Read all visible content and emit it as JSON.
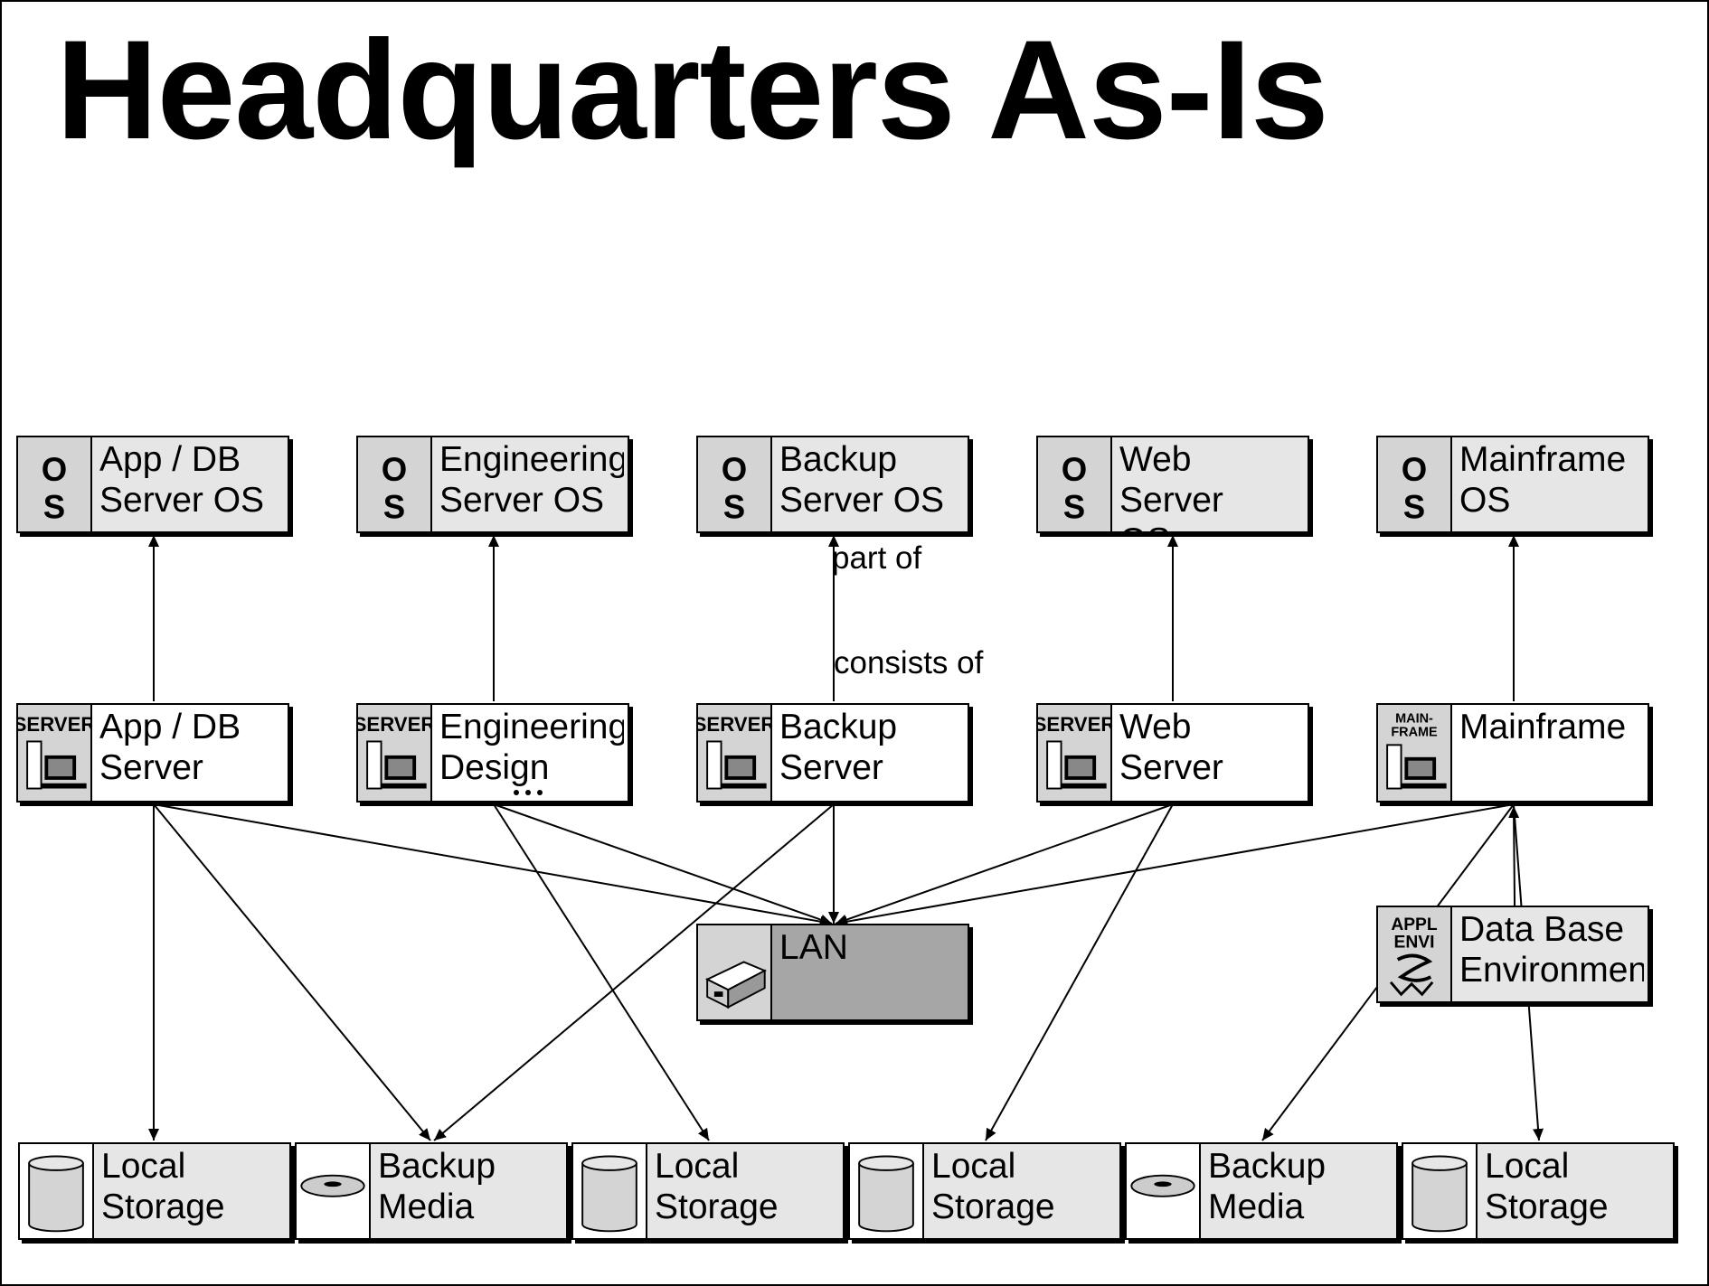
{
  "title": "Headquarters As-Is",
  "colors": {
    "box_gray": "#e6e6e6",
    "box_dark": "#a6a6a6",
    "icon_bg": "#d4d4d4",
    "line": "#000000"
  },
  "nodes": {
    "app_db_os": {
      "label": "App / DB\nServer OS",
      "icon": "os-icon"
    },
    "eng_os": {
      "label": "Engineering\nServer OS",
      "icon": "os-icon"
    },
    "backup_os": {
      "label": "Backup\nServer OS",
      "icon": "os-icon"
    },
    "web_os": {
      "label": "Web Server\nOS",
      "icon": "os-icon"
    },
    "mainframe_os": {
      "label": "Mainframe\nOS",
      "icon": "os-icon"
    },
    "app_db_server": {
      "label": "App / DB\nServer",
      "icon": "server-icon",
      "icon_text": "SERVER"
    },
    "eng_design": {
      "label": "Engineering\nDesign",
      "icon": "server-icon",
      "icon_text": "SERVER"
    },
    "backup_server": {
      "label": "Backup\nServer",
      "icon": "server-icon",
      "icon_text": "SERVER"
    },
    "web_server": {
      "label": "Web Server",
      "icon": "server-icon",
      "icon_text": "SERVER"
    },
    "mainframe": {
      "label": "Mainframe",
      "icon": "mainframe-icon",
      "icon_text_1": "MAIN-",
      "icon_text_2": "FRAME"
    },
    "db_env": {
      "label": "Data Base\nEnvironment",
      "icon": "application-environment-icon",
      "icon_text_1": "APPL",
      "icon_text_2": "ENVI"
    },
    "lan": {
      "label": "LAN",
      "icon": "network-device-icon"
    },
    "storage_1": {
      "label": "Local\nStorage",
      "icon": "storage-cylinder-icon"
    },
    "media_1": {
      "label": "Backup\nMedia",
      "icon": "disk-icon"
    },
    "storage_2": {
      "label": "Local\nStorage",
      "icon": "storage-cylinder-icon"
    },
    "storage_3": {
      "label": "Local\nStorage",
      "icon": "storage-cylinder-icon"
    },
    "media_2": {
      "label": "Backup\nMedia",
      "icon": "disk-icon"
    },
    "storage_4": {
      "label": "Local\nStorage",
      "icon": "storage-cylinder-icon"
    }
  },
  "edge_labels": {
    "part_of": "part of",
    "consists_of": "consists of"
  }
}
